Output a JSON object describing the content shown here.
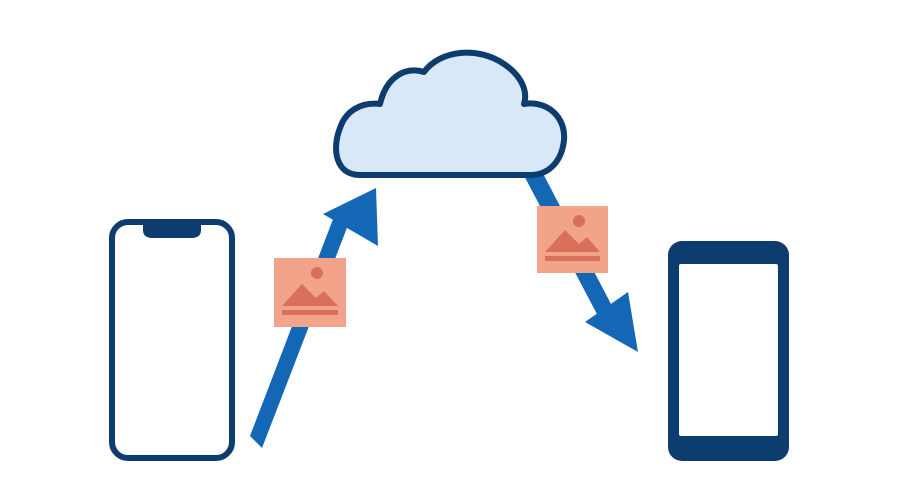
{
  "diagram": {
    "nodes": [
      {
        "id": "source-phone",
        "icon": "iphone-icon"
      },
      {
        "id": "cloud",
        "icon": "cloud-icon"
      },
      {
        "id": "target-phone",
        "icon": "android-phone-icon"
      }
    ],
    "edges": [
      {
        "from": "source-phone",
        "to": "cloud",
        "direction": "up",
        "payload": "image-icon"
      },
      {
        "from": "cloud",
        "to": "target-phone",
        "direction": "down",
        "payload": "image-icon"
      }
    ]
  },
  "colors": {
    "outline_navy": "#0d3c6e",
    "arrow_blue": "#1467b5",
    "cloud_fill": "#d9e8f8",
    "photo_fill": "#f2a48a",
    "photo_ink": "#d8705a",
    "screen_fill": "#ffffff",
    "background": "#ffffff"
  }
}
